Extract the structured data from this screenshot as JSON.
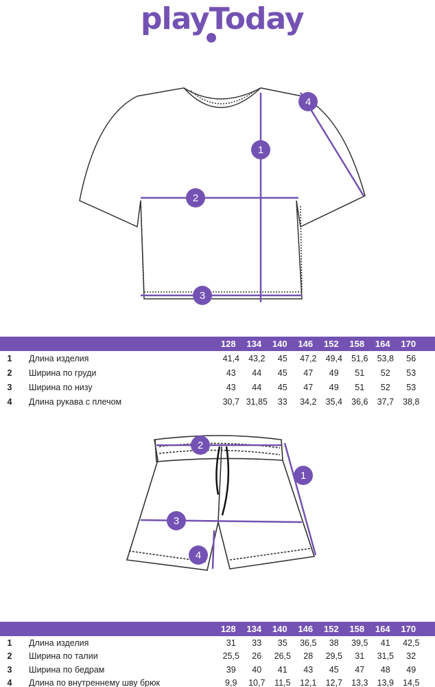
{
  "brand": {
    "logo_text": "playToday",
    "accent": "#7452b3"
  },
  "tshirt": {
    "markers": [
      "1",
      "2",
      "3",
      "4"
    ],
    "sizes": [
      "128",
      "134",
      "140",
      "146",
      "152",
      "158",
      "164",
      "170"
    ],
    "rows": [
      {
        "n": "1",
        "label": "Длина изделия",
        "values": [
          "41,4",
          "43,2",
          "45",
          "47,2",
          "49,4",
          "51,6",
          "53,8",
          "56"
        ]
      },
      {
        "n": "2",
        "label": "Ширина по груди",
        "values": [
          "43",
          "44",
          "45",
          "47",
          "49",
          "51",
          "52",
          "53"
        ]
      },
      {
        "n": "3",
        "label": "Ширина по низу",
        "values": [
          "43",
          "44",
          "45",
          "47",
          "49",
          "51",
          "52",
          "53"
        ]
      },
      {
        "n": "4",
        "label": "Длина рукава с плечом",
        "values": [
          "30,7",
          "31,85",
          "33",
          "34,2",
          "35,4",
          "36,6",
          "37,7",
          "38,8"
        ]
      }
    ]
  },
  "shorts": {
    "markers": [
      "1",
      "2",
      "3",
      "4"
    ],
    "sizes": [
      "128",
      "134",
      "140",
      "146",
      "152",
      "158",
      "164",
      "170"
    ],
    "rows": [
      {
        "n": "1",
        "label": "Длина изделия",
        "values": [
          "31",
          "33",
          "35",
          "36,5",
          "38",
          "39,5",
          "41",
          "42,5"
        ]
      },
      {
        "n": "2",
        "label": "Ширина по талии",
        "values": [
          "25,5",
          "26",
          "26,5",
          "28",
          "29,5",
          "31",
          "31,5",
          "32"
        ]
      },
      {
        "n": "3",
        "label": "Ширина по бедрам",
        "values": [
          "39",
          "40",
          "41",
          "43",
          "45",
          "47",
          "48",
          "49"
        ]
      },
      {
        "n": "4",
        "label": "Длина по внутреннему шву брюк",
        "values": [
          "9,9",
          "10,7",
          "11,5",
          "12,1",
          "12,7",
          "13,3",
          "13,9",
          "14,5"
        ]
      }
    ]
  }
}
